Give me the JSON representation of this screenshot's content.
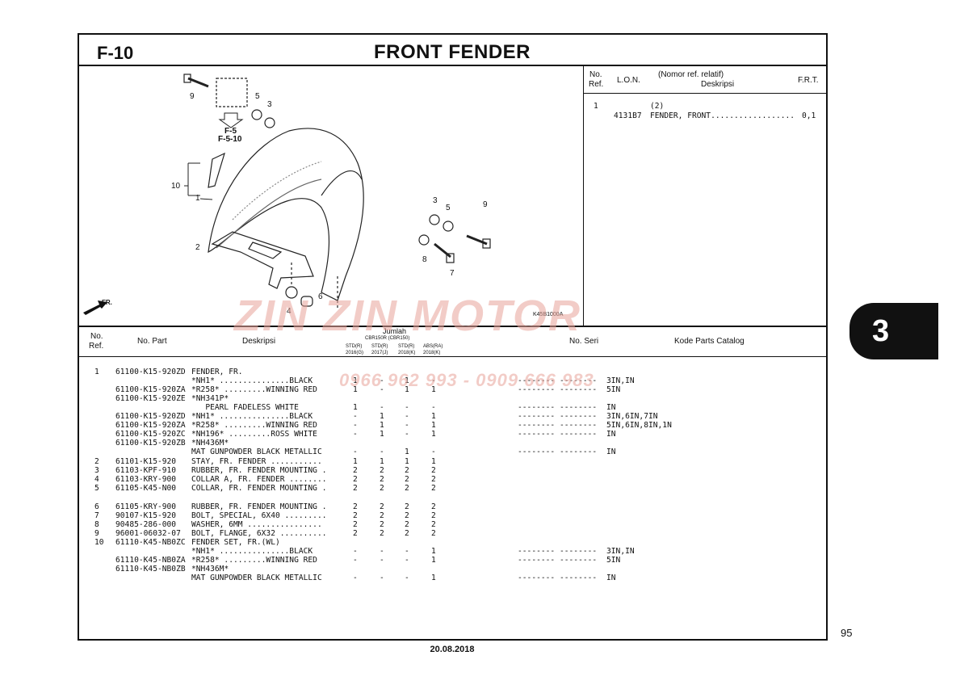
{
  "header": {
    "figure_code": "F-10",
    "title": "FRONT FENDER"
  },
  "ref_panel": {
    "col_no": "No.",
    "col_ref": "Ref.",
    "col_lon": "L.O.N.",
    "col_nomor": "(Nomor ref. relatif)",
    "col_deskripsi": "Deskripsi",
    "col_frt": "F.R.T.",
    "row": {
      "no": "1",
      "qty": "(2)",
      "lon": "4131B7",
      "desc": "FENDER, FRONT..................",
      "frt": "0,1"
    }
  },
  "diagram": {
    "labels": [
      "9",
      "5",
      "3",
      "F-5",
      "F-5-10",
      "10",
      "1",
      "3",
      "5",
      "9",
      "2",
      "8",
      "7",
      "6",
      "4"
    ],
    "ref_code": "K45B1000A",
    "fr_label": "FR."
  },
  "parts_header": {
    "no": "No.",
    "ref": "Ref.",
    "part": "No. Part",
    "desc": "Deskripsi",
    "jumlah": "Jumlah",
    "jumlah_models": "CBR150R (CBR150)",
    "sub_cols": [
      "STD(R)",
      "STD(R)",
      "STD(R)",
      "ABS(RA)"
    ],
    "sub_years": [
      "2016(G)",
      "2017(J)",
      "2018(K)",
      "2018(K)"
    ],
    "seri": "No. Seri",
    "catalog": "Kode Parts Catalog"
  },
  "parts": [
    {
      "ref": "1",
      "part": "61100-K15-920ZD",
      "desc": "FENDER, FR.",
      "q": [
        "",
        "",
        "",
        ""
      ],
      "seri": "",
      "cat": ""
    },
    {
      "ref": "",
      "part": "",
      "desc": "*NH1* ...............BLACK",
      "q": [
        "1",
        "-",
        "1",
        "-"
      ],
      "seri": "-------- --------",
      "cat": "3IN,IN"
    },
    {
      "ref": "",
      "part": "61100-K15-920ZA",
      "desc": "*R258* .........WINNING RED",
      "q": [
        "1",
        "-",
        "1",
        "1"
      ],
      "seri": "-------- --------",
      "cat": "5IN"
    },
    {
      "ref": "",
      "part": "61100-K15-920ZE",
      "desc": "*NH341P*",
      "q": [
        "",
        "",
        "",
        ""
      ],
      "seri": "",
      "cat": ""
    },
    {
      "ref": "",
      "part": "",
      "desc": "   PEARL FADELESS WHITE",
      "q": [
        "1",
        "-",
        "-",
        "-"
      ],
      "seri": "-------- --------",
      "cat": "IN"
    },
    {
      "ref": "",
      "part": "61100-K15-920ZD",
      "desc": "*NH1* ...............BLACK",
      "q": [
        "-",
        "1",
        "-",
        "1"
      ],
      "seri": "-------- --------",
      "cat": "3IN,6IN,7IN"
    },
    {
      "ref": "",
      "part": "61100-K15-920ZA",
      "desc": "*R258* .........WINNING RED",
      "q": [
        "-",
        "1",
        "-",
        "1"
      ],
      "seri": "-------- --------",
      "cat": "5IN,6IN,8IN,1N"
    },
    {
      "ref": "",
      "part": "61100-K15-920ZC",
      "desc": "*NH196* .........ROSS WHITE",
      "q": [
        "-",
        "1",
        "-",
        "1"
      ],
      "seri": "-------- --------",
      "cat": "IN"
    },
    {
      "ref": "",
      "part": "61100-K15-920ZB",
      "desc": "*NH436M*",
      "q": [
        "",
        "",
        "",
        ""
      ],
      "seri": "",
      "cat": ""
    },
    {
      "ref": "",
      "part": "",
      "desc": "MAT GUNPOWDER BLACK METALLIC",
      "q": [
        "-",
        "-",
        "1",
        "-"
      ],
      "seri": "-------- --------",
      "cat": "IN"
    },
    {
      "ref": "2",
      "part": "61101-K15-920",
      "desc": "STAY, FR. FENDER ...........",
      "q": [
        "1",
        "1",
        "1",
        "1"
      ],
      "seri": "",
      "cat": ""
    },
    {
      "ref": "3",
      "part": "61103-KPF-910",
      "desc": "RUBBER, FR. FENDER MOUNTING .",
      "q": [
        "2",
        "2",
        "2",
        "2"
      ],
      "seri": "",
      "cat": ""
    },
    {
      "ref": "4",
      "part": "61103-KRY-900",
      "desc": "COLLAR A, FR. FENDER ........",
      "q": [
        "2",
        "2",
        "2",
        "2"
      ],
      "seri": "",
      "cat": ""
    },
    {
      "ref": "5",
      "part": "61105-K45-N00",
      "desc": "COLLAR, FR. FENDER MOUNTING .",
      "q": [
        "2",
        "2",
        "2",
        "2"
      ],
      "seri": "",
      "cat": ""
    },
    {
      "ref": "6",
      "part": "61105-KRY-900",
      "desc": "RUBBER, FR. FENDER MOUNTING .",
      "q": [
        "2",
        "2",
        "2",
        "2"
      ],
      "seri": "",
      "cat": ""
    },
    {
      "ref": "7",
      "part": "90107-K15-920",
      "desc": "BOLT, SPECIAL, 6X40 .........",
      "q": [
        "2",
        "2",
        "2",
        "2"
      ],
      "seri": "",
      "cat": ""
    },
    {
      "ref": "8",
      "part": "90485-286-000",
      "desc": "WASHER, 6MM ................",
      "q": [
        "2",
        "2",
        "2",
        "2"
      ],
      "seri": "",
      "cat": ""
    },
    {
      "ref": "9",
      "part": "96001-06032-07",
      "desc": "BOLT, FLANGE, 6X32 ..........",
      "q": [
        "2",
        "2",
        "2",
        "2"
      ],
      "seri": "",
      "cat": ""
    },
    {
      "ref": "10",
      "part": "61110-K45-NB0ZC",
      "desc": "FENDER SET, FR.(WL)",
      "q": [
        "",
        "",
        "",
        ""
      ],
      "seri": "",
      "cat": ""
    },
    {
      "ref": "",
      "part": "",
      "desc": "*NH1* ...............BLACK",
      "q": [
        "-",
        "-",
        "-",
        "1"
      ],
      "seri": "-------- --------",
      "cat": "3IN,IN"
    },
    {
      "ref": "",
      "part": "61110-K45-NB0ZA",
      "desc": "*R258* .........WINNING RED",
      "q": [
        "-",
        "-",
        "-",
        "1"
      ],
      "seri": "-------- --------",
      "cat": "5IN"
    },
    {
      "ref": "",
      "part": "61110-K45-NB0ZB",
      "desc": "*NH436M*",
      "q": [
        "",
        "",
        "",
        ""
      ],
      "seri": "",
      "cat": ""
    },
    {
      "ref": "",
      "part": "",
      "desc": "MAT GUNPOWDER BLACK METALLIC",
      "q": [
        "-",
        "-",
        "-",
        "1"
      ],
      "seri": "-------- --------",
      "cat": "IN"
    }
  ],
  "watermark": {
    "brand": "ZIN ZIN MOTOR",
    "phone": "0966 962 993 - 0909 666 983"
  },
  "section_tab": "3",
  "page_number": "95",
  "date": "20.08.2018"
}
